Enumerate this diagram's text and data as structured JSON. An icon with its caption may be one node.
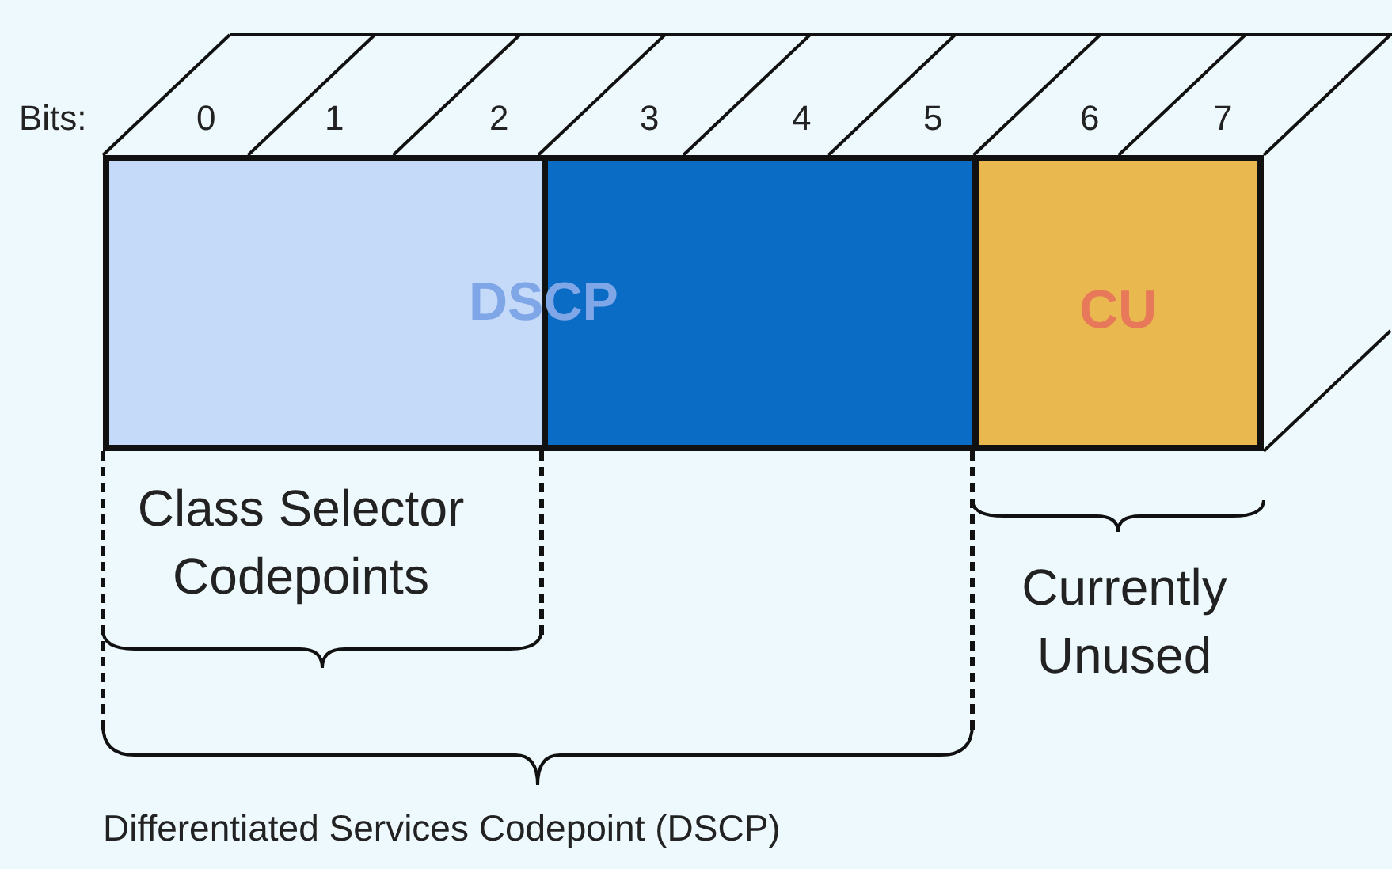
{
  "diagram": {
    "nodes": [
      {
        "text": [],
        "shape": "box"
      },
      {
        "text": [],
        "shape": "box"
      },
      {
        "text": [
          "CU"
        ]
      }
    ],
    "edges": [],
    "labels": [
      "Bits:",
      "0",
      "1",
      "2",
      "3",
      "4",
      "5",
      "6",
      "7",
      "DSCP",
      "Class Selector Codepoints",
      "Currently Unused",
      "Differentiated Services Codepoint (DSCP)"
    ]
  }
}
